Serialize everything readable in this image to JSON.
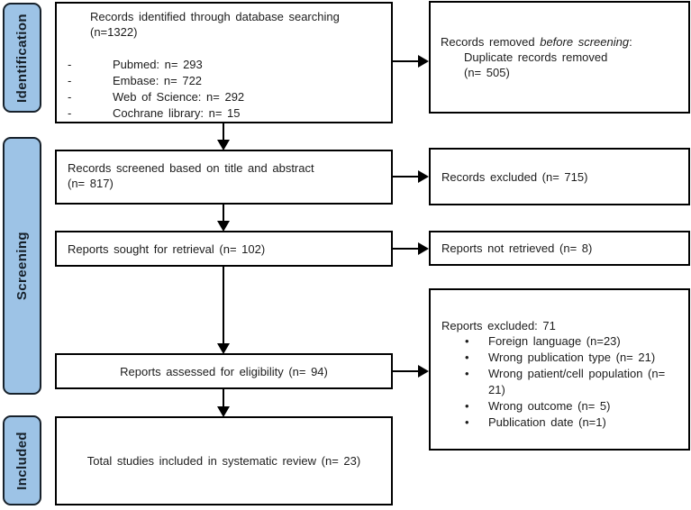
{
  "colors": {
    "stage_fill": "#9dc3e6",
    "stage_border": "#17212b",
    "box_border": "#000000",
    "text": "#1c1c1c",
    "arrow": "#000000"
  },
  "sidebar": {
    "identification": "Identification",
    "screening": "Screening",
    "included": "Included"
  },
  "flow": {
    "identified": {
      "line1": "Records identified through database searching",
      "line2": "(n=1322)",
      "dash": "-",
      "sources": [
        "Pubmed: n= 293",
        "Embase: n= 722",
        "Web of Science: n= 292",
        "Cochrane library: n= 15"
      ]
    },
    "screened": {
      "line1": "Records screened based on title and abstract",
      "line2": "(n= 817)"
    },
    "sought": {
      "text": "Reports sought for retrieval (n= 102)"
    },
    "assessed": {
      "text": "Reports assessed for eligibility (n= 94)"
    },
    "included": {
      "text": "Total studies included in systematic review (n= 23)"
    }
  },
  "exclusions": {
    "removed_before": {
      "prefix": "Records removed ",
      "italic": "before screening",
      "suffix": ":",
      "line2": "Duplicate records removed",
      "line3": "(n= 505)"
    },
    "records_excluded": {
      "text": "Records excluded (n= 715)"
    },
    "not_retrieved": {
      "text": "Reports not retrieved (n= 8)"
    },
    "reports_excluded": {
      "header": "Reports excluded: 71",
      "bullet_char": "•",
      "reasons": [
        "Foreign language (n=23)",
        "Wrong publication type (n= 21)",
        "Wrong patient/cell population (n= 21)",
        "Wrong outcome (n= 5)",
        "Publication date (n=1)"
      ]
    }
  }
}
